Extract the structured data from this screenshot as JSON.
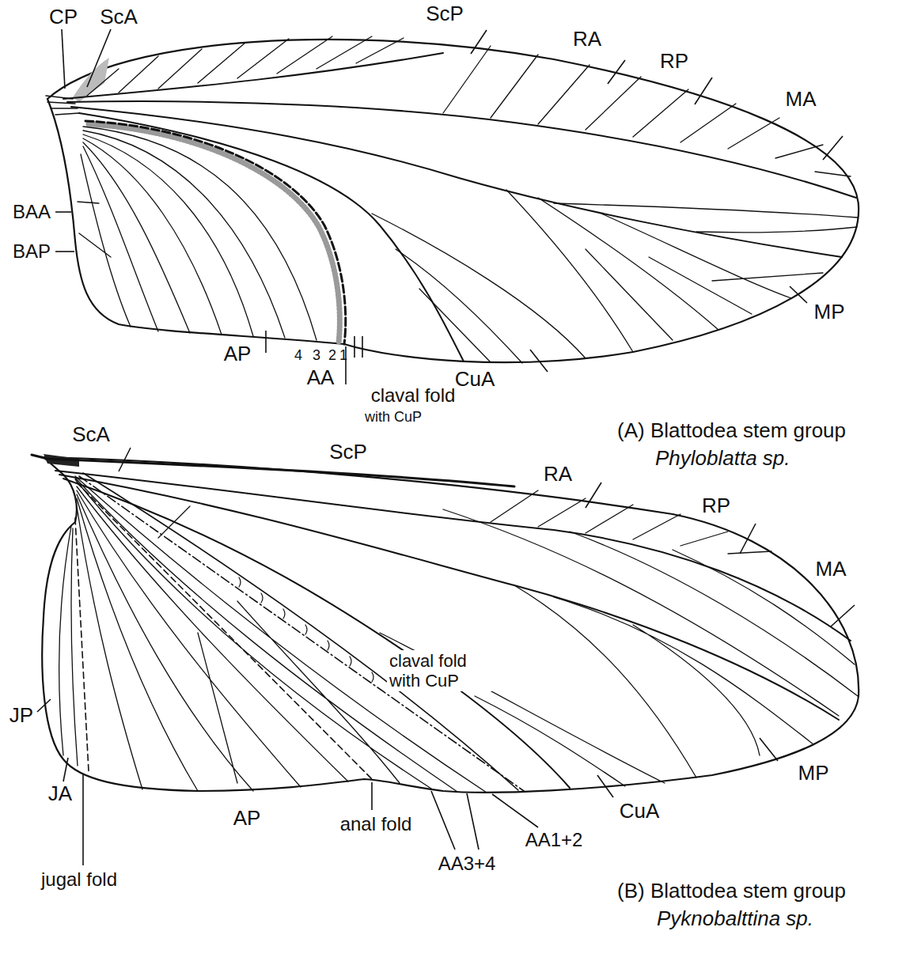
{
  "diagram": {
    "labels": [
      "CP",
      "ScA",
      "ScP",
      "RA",
      "RP",
      "MA",
      "BAA",
      "BAP",
      "MP",
      "AP",
      "4",
      "3",
      "2",
      "1",
      "AA",
      "CuA",
      "claval fold",
      "with CuP",
      "(A) Blattodea stem group",
      "Phyloblatta sp.",
      "ScA",
      "ScP",
      "RA",
      "RP",
      "MA",
      "claval fold with CuP",
      "JP",
      "MP",
      "JA",
      "jugal fold",
      "AP",
      "anal fold",
      "AA3+4",
      "AA1+2",
      "CuA",
      "(B) Blattodea stem group",
      "Pyknobalttina sp."
    ]
  }
}
